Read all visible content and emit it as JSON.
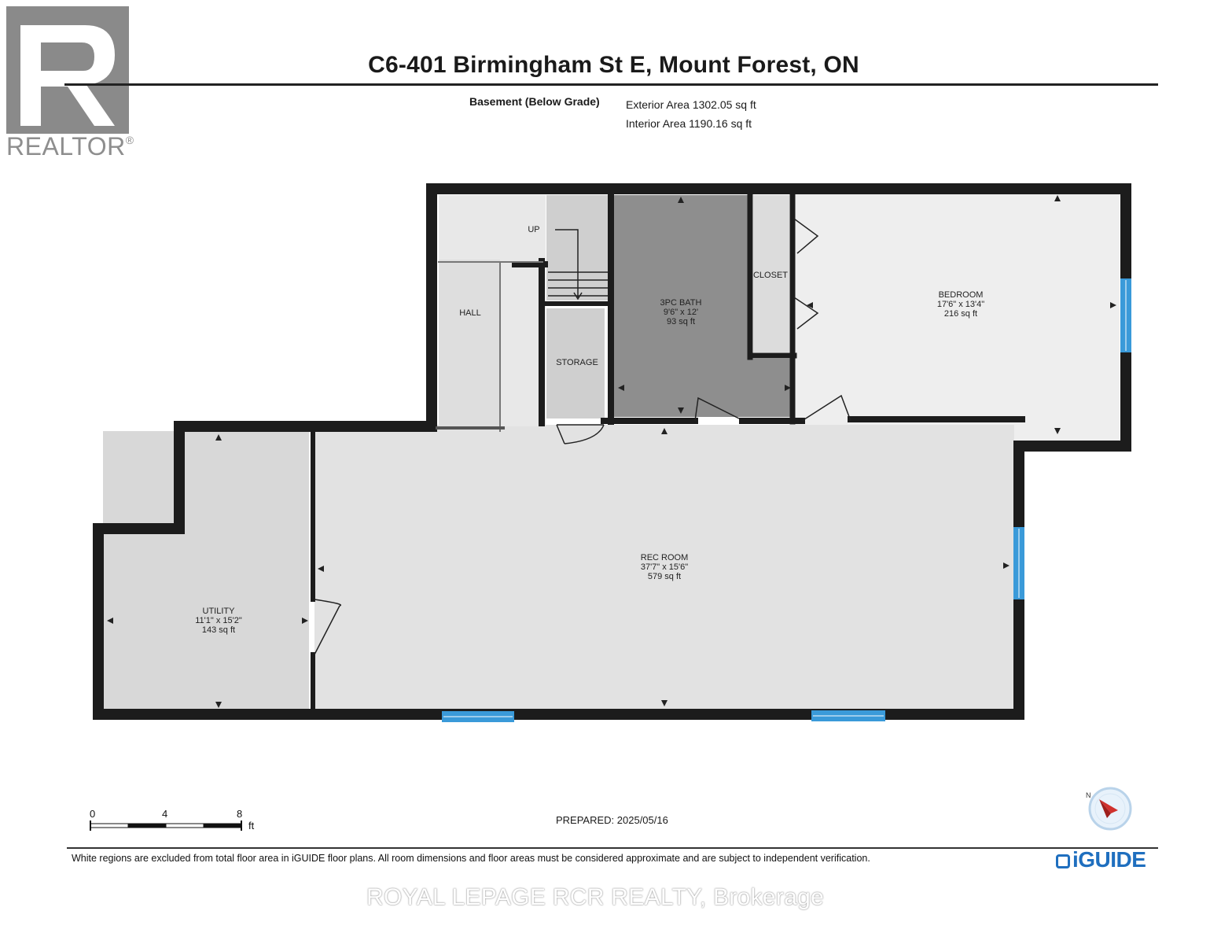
{
  "header": {
    "address": "C6-401 Birmingham St E, Mount Forest, ON",
    "floor": "Basement (Below Grade)",
    "exterior_area": "Exterior Area 1302.05 sq ft",
    "interior_area": "Interior Area 1190.16 sq ft"
  },
  "logo": {
    "text": "REALTOR",
    "reg": "®"
  },
  "rooms": {
    "hall": "HALL",
    "up": "UP",
    "storage": "STORAGE",
    "closet": "CLOSET",
    "bath_name": "3PC BATH",
    "bath_dims": "9'6\" x 12'",
    "bath_area": "93 sq ft",
    "bedroom_name": "BEDROOM",
    "bedroom_dims": "17'6\" x 13'4\"",
    "bedroom_area": "216 sq ft",
    "rec_name": "REC ROOM",
    "rec_dims": "37'7\" x 15'6\"",
    "rec_area": "579 sq ft",
    "utility_name": "UTILITY",
    "utility_dims": "11'1\" x 15'2\"",
    "utility_area": "143 sq ft"
  },
  "scale": {
    "t0": "0",
    "t4": "4",
    "t8": "8",
    "unit": "ft"
  },
  "footer": {
    "prepared": "PREPARED: 2025/05/16",
    "disclaimer": "White regions are excluded from total floor area in iGUIDE floor plans. All room dimensions and floor areas must be considered approximate and are subject to independent verification.",
    "brand": "iGUIDE",
    "watermark": "ROYAL LEPAGE RCR REALTY, Brokerage"
  },
  "colors": {
    "wall": "#1c1c1c",
    "room_light": "#e4e4e4",
    "room_mid": "#c9c9c9",
    "bath": "#8e8e8e",
    "window": "#3a9ad9",
    "brand_blue": "#1f6fbf"
  }
}
